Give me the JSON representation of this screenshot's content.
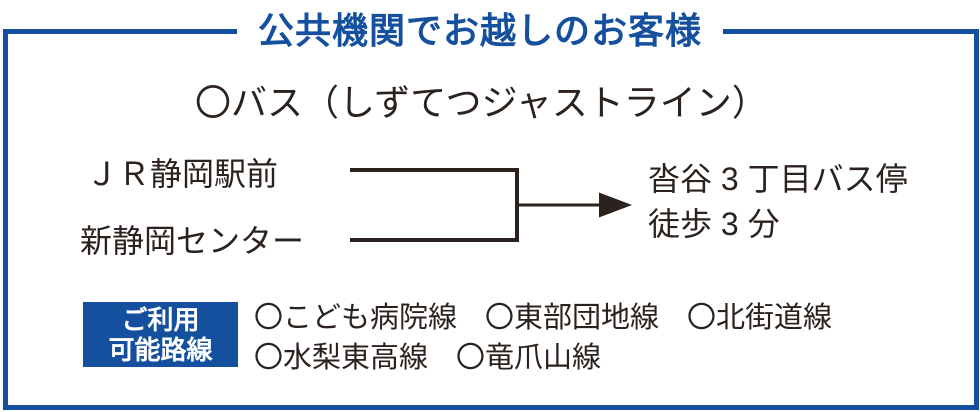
{
  "header": {
    "title": "公共機関でお越しのお客様"
  },
  "bus_section": {
    "heading": "〇バス（しずてつジャストライン）",
    "origins": [
      "ＪＲ静岡駅前",
      "新静岡センター"
    ],
    "destination": {
      "line1": "沓谷 3 丁目バス停",
      "line2": "徒歩 3 分"
    }
  },
  "routes": {
    "badge": {
      "line1": "ご利用",
      "line2": "可能路線"
    },
    "rows": [
      [
        "〇こども病院線",
        "〇東部団地線",
        "〇北街道線"
      ],
      [
        "〇水梨東高線",
        "〇竜爪山線"
      ]
    ]
  },
  "colors": {
    "accent_blue": "#14509e",
    "text_dark": "#2b221d",
    "badge_text": "#ffffff"
  }
}
